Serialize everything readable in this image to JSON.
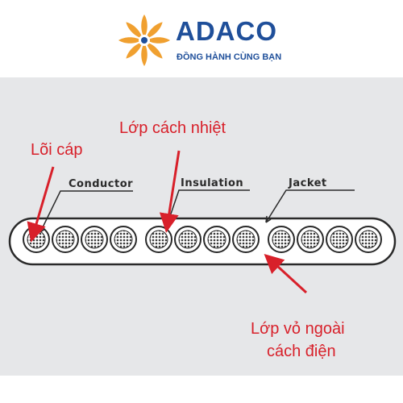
{
  "brand": {
    "name": "ADACO",
    "slogan": "ĐỒNG HÀNH CÙNG BẠN",
    "primary_color": "#1f4f9a",
    "accent_color": "#f0a030"
  },
  "diagram": {
    "labels": {
      "conductor": "Conductor",
      "insulation": "Insulation",
      "jacket": "Jacket"
    },
    "annotations": {
      "core": "Lõi cáp",
      "insulation_layer": "Lớp cách nhiệt",
      "jacket_line1": "Lớp vỏ ngoài",
      "jacket_line2": "cách điện"
    },
    "annotation_color": "#d8202a"
  }
}
